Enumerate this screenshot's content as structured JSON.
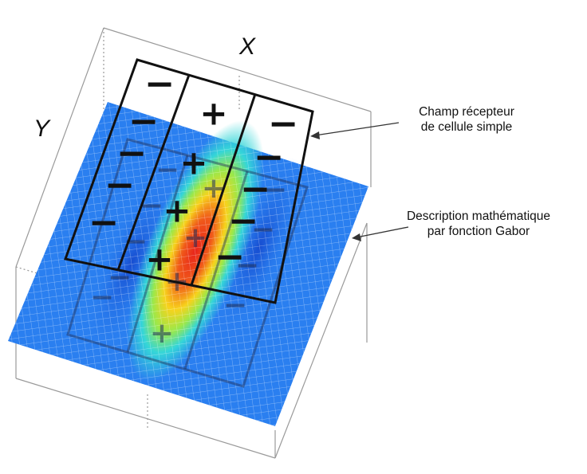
{
  "axes": {
    "x_label": "X",
    "y_label": "Y"
  },
  "annotations": {
    "receptive_field": [
      "Champ récepteur",
      "de cellule simple"
    ],
    "gabor": [
      "Description mathématique",
      "par fonction Gabor"
    ]
  },
  "receptive_field": {
    "columns": [
      "inhibitory",
      "excitatory",
      "inhibitory"
    ],
    "symbols": {
      "inhibitory": "−",
      "excitatory": "+"
    }
  },
  "colors": {
    "surface_base": "#2a7ff0",
    "surface_peak": "#e8231a",
    "grid": "#ffffff",
    "frame": "#222222",
    "box": "#9a9a9a"
  }
}
